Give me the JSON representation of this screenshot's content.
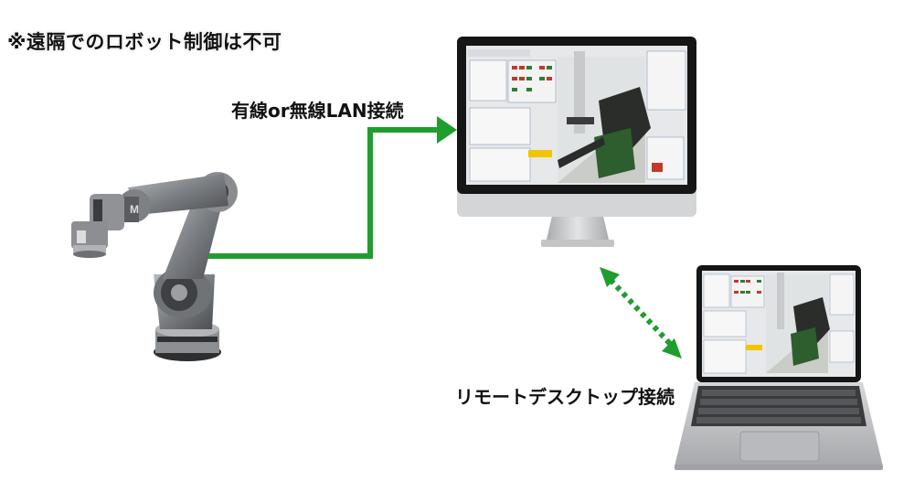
{
  "note": "※遠隔でのロボット制御は不可",
  "connection_wired": "有線or無線LAN接続",
  "connection_remote": "リモートデスクトップ接続",
  "colors": {
    "wired_line": "#1f9e2e",
    "remote_line": "#1f9e2e",
    "monitor_frame": "#1a1a1a",
    "monitor_stand": "#c9cbcd",
    "laptop_body": "#c4c6c8",
    "robot_body": "#8a8c8f"
  },
  "icons": [
    "robot-arm",
    "desktop-monitor",
    "laptop"
  ]
}
